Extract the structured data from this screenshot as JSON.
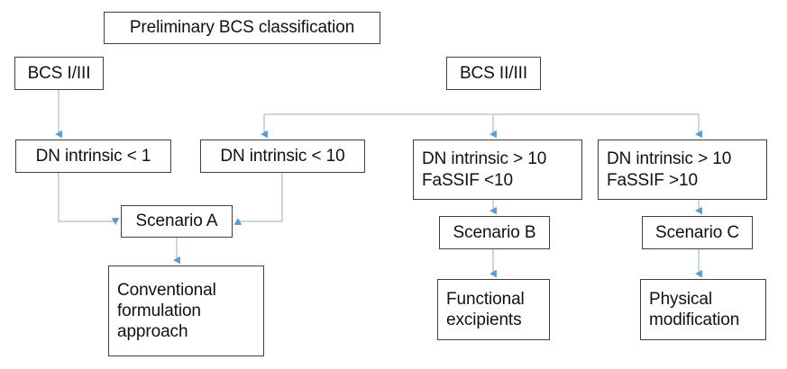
{
  "diagram": {
    "title": "Preliminary BCS classification flowchart",
    "colors": {
      "box_border": "#404040",
      "box_fill": "#ffffff",
      "text": "#111111",
      "connector_line": "#b9c9d8",
      "arrow_head": "#5b9bd5"
    },
    "nodes": {
      "preliminary": "Preliminary BCS classification",
      "bcs_1_3": "BCS I/III",
      "bcs_2_3": "BCS II/III",
      "dn_lt_1": "DN intrinsic < 1",
      "dn_lt_10": "DN intrinsic < 10",
      "dn_gt_10_fassif_lt_10": "DN intrinsic > 10\nFaSSIF <10",
      "dn_gt_10_fassif_gt_10": "DN intrinsic > 10\nFaSSIF >10",
      "scenario_a": "Scenario A",
      "scenario_b": "Scenario B",
      "scenario_c": "Scenario C",
      "conventional": "Conventional\nformulation\napproach",
      "functional_excipients": "Functional\nexcipients",
      "physical_modification": "Physical\nmodification"
    },
    "edges": [
      {
        "from": "bcs_1_3",
        "to": "dn_lt_1",
        "kind": "straight-down"
      },
      {
        "from": "bcs_2_3",
        "to": "dn_lt_10",
        "kind": "branch"
      },
      {
        "from": "bcs_2_3",
        "to": "dn_gt_10_fassif_lt_10",
        "kind": "branch"
      },
      {
        "from": "bcs_2_3",
        "to": "dn_gt_10_fassif_gt_10",
        "kind": "branch"
      },
      {
        "from": "dn_lt_1",
        "to": "scenario_a",
        "kind": "elbow-right"
      },
      {
        "from": "dn_lt_10",
        "to": "scenario_a",
        "kind": "elbow-left"
      },
      {
        "from": "scenario_a",
        "to": "conventional",
        "kind": "straight-down"
      },
      {
        "from": "dn_gt_10_fassif_lt_10",
        "to": "scenario_b",
        "kind": "straight-down"
      },
      {
        "from": "scenario_b",
        "to": "functional_excipients",
        "kind": "straight-down"
      },
      {
        "from": "dn_gt_10_fassif_gt_10",
        "to": "scenario_c",
        "kind": "straight-down"
      },
      {
        "from": "scenario_c",
        "to": "physical_modification",
        "kind": "straight-down"
      }
    ]
  }
}
